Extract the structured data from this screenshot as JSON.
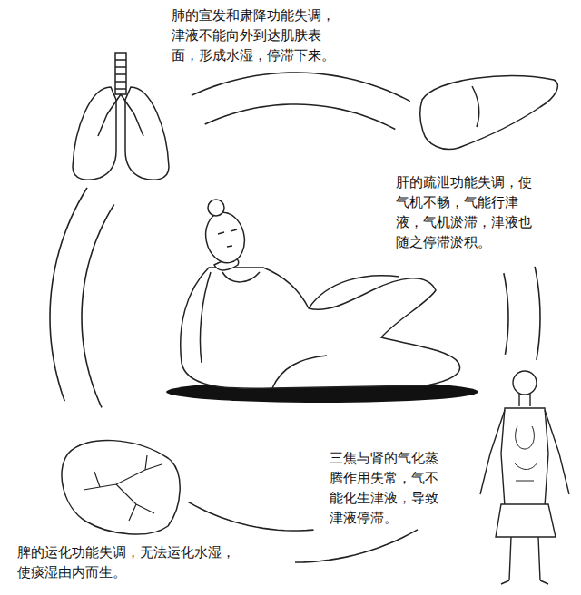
{
  "diagram": {
    "labels": [
      "肺的宣发和肃降功能失调，津液不能向外到达肌肤表面，形成水湿，停滞下来。",
      "肝的疏泄功能失调，使气机不畅，气能行津液，气机淤滞，津液也随之停滞淤积。",
      "三焦与肾的气化蒸腾作用失常，气不能化生津液，导致津液停滞。",
      "脾的运化功能失调，无法运化水湿，使痰湿由内而生。"
    ]
  }
}
